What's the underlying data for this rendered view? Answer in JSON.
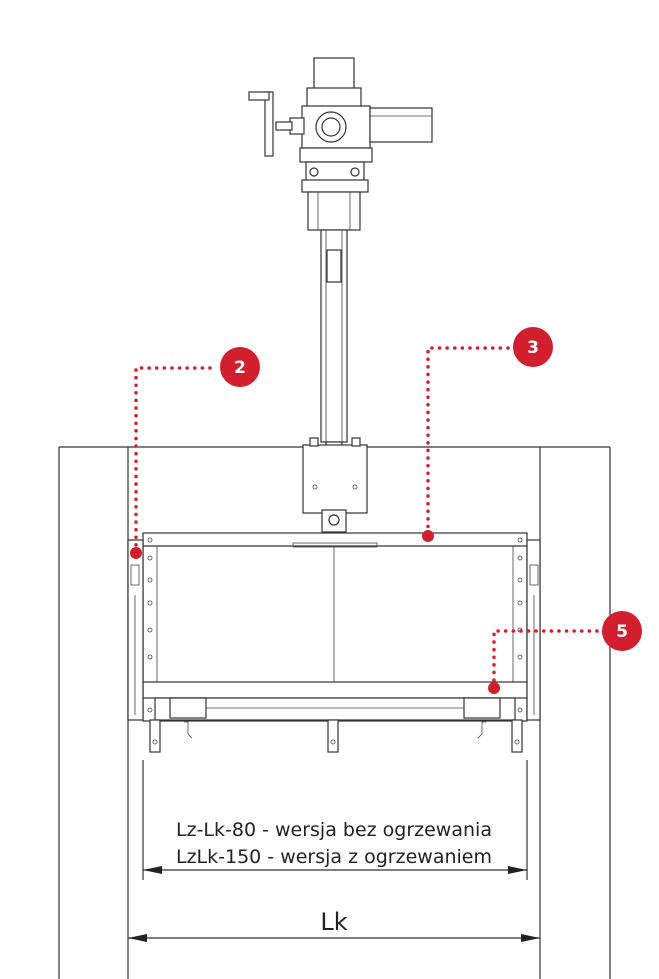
{
  "callouts": [
    {
      "number": "2",
      "color": "#d11f2e"
    },
    {
      "number": "3",
      "color": "#d11f2e"
    },
    {
      "number": "5",
      "color": "#d11f2e"
    }
  ],
  "captions": {
    "line1": "Lz-Lk-80  - wersja bez ogrzewania",
    "line2": "LzLk-150 - wersja z ogrzewaniem"
  },
  "dimension_label": "Lk"
}
